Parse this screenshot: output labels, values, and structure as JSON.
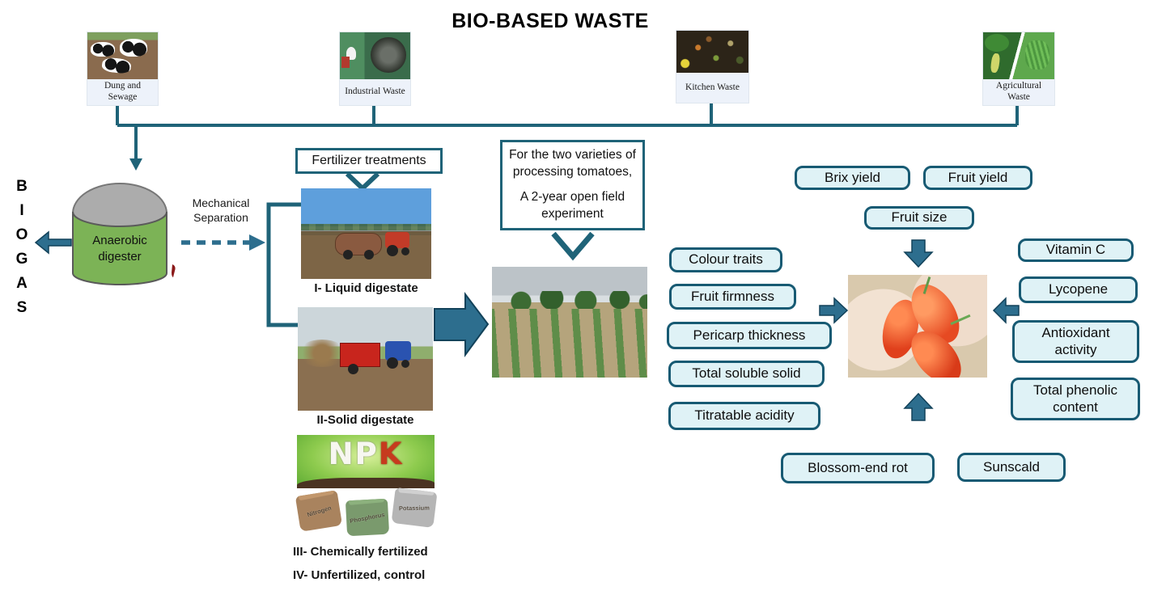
{
  "title": "BIO-BASED WASTE",
  "waste_sources": [
    {
      "label": "Dung and Sewage"
    },
    {
      "label": "Industrial Waste"
    },
    {
      "label": "Kitchen Waste"
    },
    {
      "label": "Agricultural Waste"
    }
  ],
  "biogas": {
    "letters": [
      "B",
      "I",
      "O",
      "G",
      "A",
      "S"
    ]
  },
  "digester": {
    "line1": "Anaerobic",
    "line2": "digester"
  },
  "process": {
    "mech_sep_line1": "Mechanical",
    "mech_sep_line2": "Separation"
  },
  "fertilizer": {
    "header": "Fertilizer treatments",
    "treatment_1": "I- Liquid digestate",
    "treatment_2": "II-Solid digestate",
    "treatment_3": "III- Chemically fertilized",
    "treatment_4": "IV- Unfertilized, control",
    "npk_letters": [
      "N",
      "P",
      "K"
    ],
    "bags": [
      "Nitrogen",
      "Phosphorus",
      "Potassium"
    ]
  },
  "experiment": {
    "line1": "For the two varieties of processing tomatoes,",
    "line2": "A 2-year  open field experiment"
  },
  "traits": {
    "quality_left": [
      "Colour traits",
      "Fruit firmness",
      "Pericarp thickness",
      "Total soluble solid",
      "Titratable acidity"
    ],
    "yield_top": [
      "Brix yield",
      "Fruit yield",
      "Fruit size"
    ],
    "nutrition_right": [
      "Vitamin C",
      "Lycopene",
      "Antioxidant activity",
      "Total phenolic content"
    ],
    "disorders_bottom": [
      "Blossom-end rot",
      "Sunscald"
    ]
  },
  "colors": {
    "line_teal": "#1F6378",
    "arrow_fill": "#2D6E8E",
    "trait_box_fill": "#DFF2F6",
    "trait_box_border": "#175A73",
    "digester_body": "#7CB356",
    "digester_dome": "#ACACAC"
  }
}
